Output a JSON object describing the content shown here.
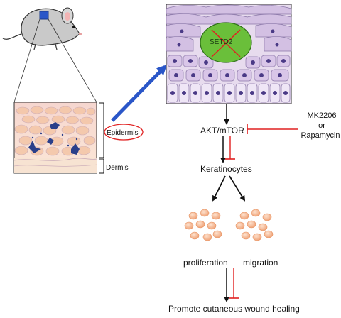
{
  "labels": {
    "epidermis": "Epidermis",
    "dermis": "Dermis",
    "setd2": "SETD2",
    "akt_mtor": "AKT/mTOR",
    "inhibitor_1": "MK2206",
    "inhibitor_or": "or",
    "inhibitor_2": "Rapamycin",
    "keratinocytes": "Keratinocytes",
    "proliferation": "proliferation",
    "migration": "migration",
    "outcome": "Promote cutaneous wound healing"
  },
  "colors": {
    "activation_arrow": "#111111",
    "inhibition": "#e02020",
    "link_arrow": "#2a56c8",
    "setd2_oval": "#6abf3a",
    "skin_cells": "#d9c8e6",
    "nuclei": "#4a3a86",
    "cell_cluster": "#f3b48a"
  }
}
